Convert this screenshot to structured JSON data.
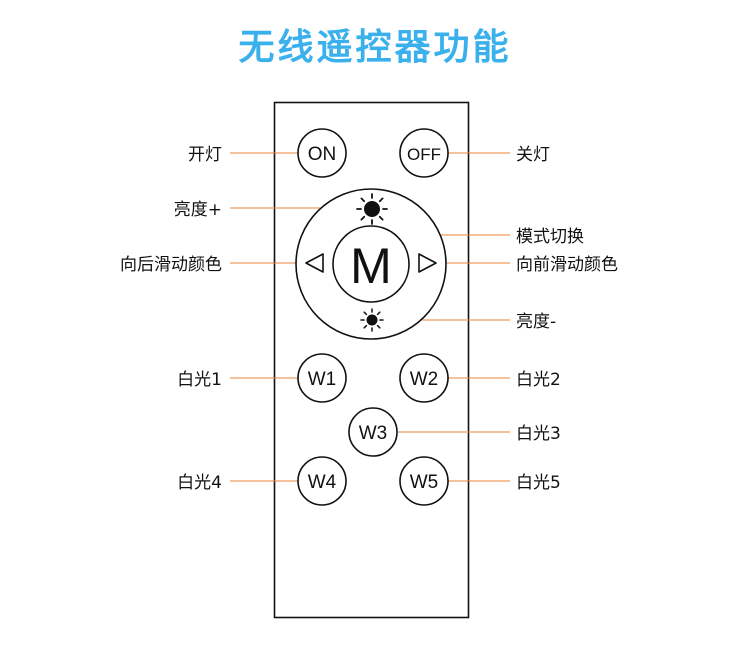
{
  "title": "无线遥控器功能",
  "colors": {
    "title": "#3ab0ec",
    "leader": "#e8843a",
    "outline": "#111111"
  },
  "buttons": {
    "on": "ON",
    "off": "OFF",
    "mode": "M",
    "w1": "W1",
    "w2": "W2",
    "w3": "W3",
    "w4": "W4",
    "w5": "W5"
  },
  "icons": {
    "brightness_up": "sun-icon",
    "brightness_down": "sun-icon",
    "prev_color": "triangle-left-icon",
    "next_color": "triangle-right-icon"
  },
  "labels": {
    "on": "开灯",
    "off": "关灯",
    "brightness_up": "亮度+",
    "mode": "模式切换",
    "prev_color": "向后滑动颜色",
    "next_color": "向前滑动颜色",
    "brightness_down": "亮度-",
    "w1": "白光1",
    "w2": "白光2",
    "w3": "白光3",
    "w4": "白光4",
    "w5": "白光5"
  }
}
